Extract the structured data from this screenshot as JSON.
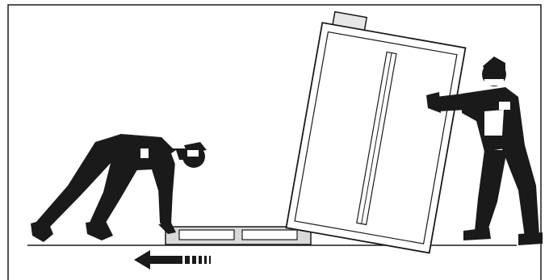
{
  "illustration": {
    "ink_color": "#1a1a1a",
    "paper_color": "#ffffff",
    "pallet_fill": "#d9d9d9",
    "cabinet_top_fill": "#e6e6e6",
    "arrow_direction": "left",
    "workers": [
      {
        "role": "pushing pallet",
        "pose": "crouching"
      },
      {
        "role": "tilting cabinet",
        "pose": "standing"
      }
    ]
  }
}
